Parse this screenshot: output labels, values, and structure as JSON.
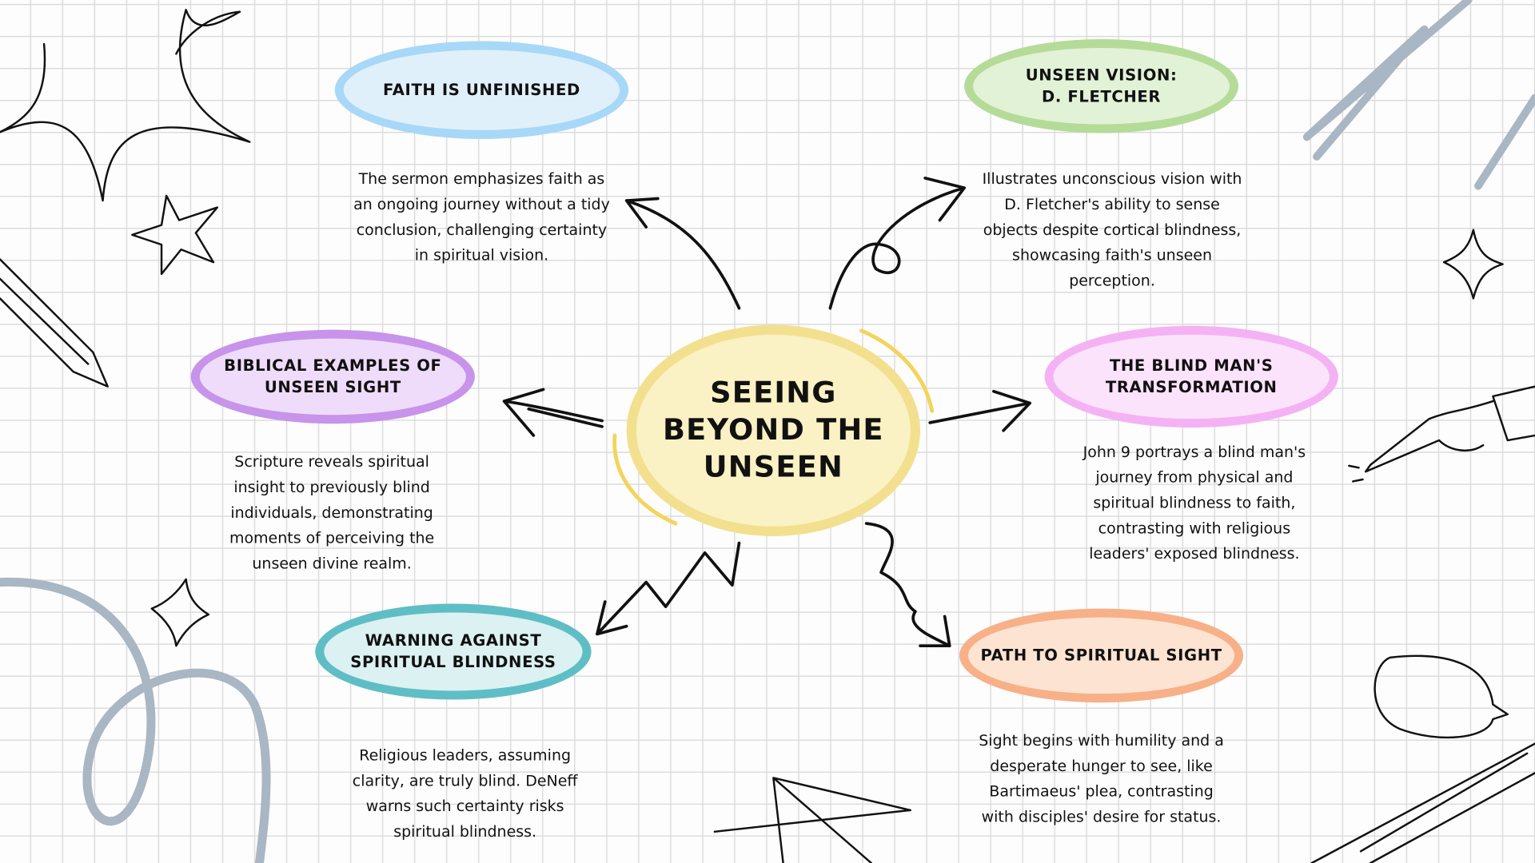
{
  "title": "Seeing Beyond the Unseen",
  "nodes": [
    {
      "id": "faith",
      "title": "Faith is unfinished",
      "text": "The sermon emphasizes faith as an ongoing journey without a tidy conclusion, challenging certainty in spiritual vision.",
      "color": "#9fd3f5"
    },
    {
      "id": "vision",
      "title": "Unseen Vision: D. Fletcher",
      "text": "Illustrates unconscious vision with D. Fletcher's ability to sense objects despite cortical blindness, showcasing faith's unseen perception.",
      "color": "#a8d68a"
    },
    {
      "id": "biblical",
      "title": "Biblical examples of unseen sight",
      "text": "Scripture reveals spiritual insight to previously blind individuals, demonstrating moments of perceiving the unseen divine realm.",
      "color": "#c38ae8"
    },
    {
      "id": "blindman",
      "title": "The Blind Man's Transformation",
      "text": "John 9 portrays a blind man's journey from physical and spiritual blindness to faith, contrasting with religious leaders' exposed blindness.",
      "color": "#f0a8f0"
    },
    {
      "id": "warning",
      "title": "Warning against spiritual blindness",
      "text": "Religious leaders, assuming clarity, are truly blind. DeNeff warns such certainty risks spiritual blindness.",
      "color": "#4fb8c0"
    },
    {
      "id": "path",
      "title": "Path to spiritual sight",
      "text": "Sight begins with humility and a desperate hunger to see, like Bartimaeus' plea, contrasting with disciples' desire for status.",
      "color": "#f7a676"
    }
  ],
  "center_color": "#f3d45c"
}
